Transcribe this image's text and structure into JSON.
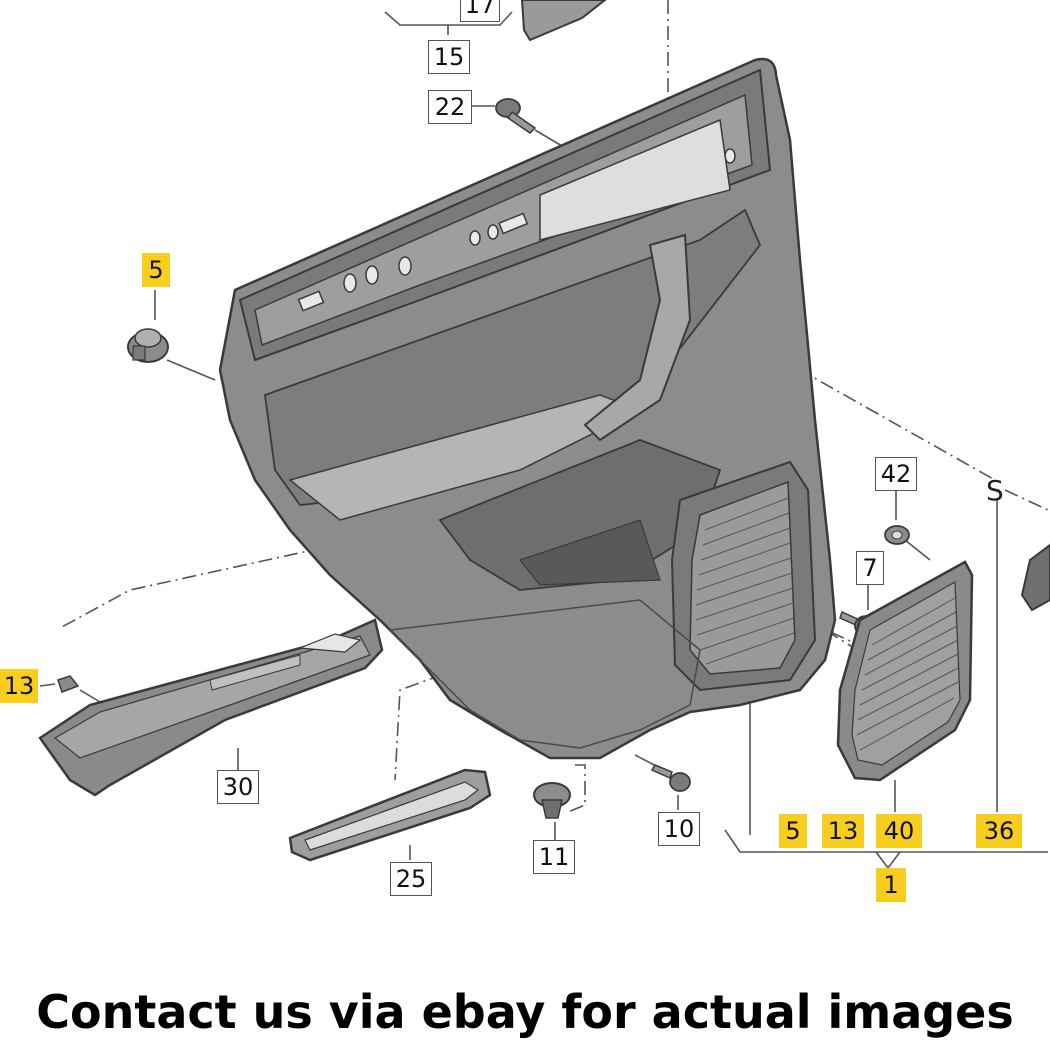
{
  "diagram": {
    "colors": {
      "highlight": "#f7cd1e",
      "part_fill": "#8c8c8c",
      "part_dark": "#6f6f6f",
      "part_light": "#c8c8c8",
      "outline": "#3a3a3a"
    },
    "callouts": {
      "c15": "15",
      "c17": "17",
      "c22": "22",
      "c5_top": "5",
      "c13_left": "13",
      "c30": "30",
      "c25": "25",
      "c11": "11",
      "c10": "10",
      "c42": "42",
      "c7": "7",
      "c5_bot": "5",
      "c13_bot": "13",
      "c40": "40",
      "c36": "36",
      "c1": "1",
      "s_marker": "S"
    }
  },
  "caption": "Contact us via ebay for actual images"
}
